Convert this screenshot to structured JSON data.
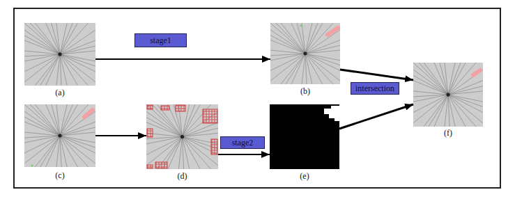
{
  "diagram": {
    "nodes": [
      {
        "text": [
          "(a)"
        ]
      },
      {
        "text": [
          "stage1"
        ]
      },
      {
        "text": [
          "(b)"
        ]
      },
      {
        "text": [
          "intersection"
        ]
      },
      {
        "text": [
          "(f)"
        ]
      },
      {
        "text": [
          "(c)"
        ]
      },
      {
        "text": [
          "(d)"
        ]
      },
      {
        "text": [
          "stage2"
        ]
      },
      {
        "text": [
          "(e)"
        ]
      }
    ],
    "edges": [
      {
        "from": 0,
        "to": 2,
        "arrow": "to"
      },
      {
        "from": 2,
        "to": 4,
        "arrow": "to"
      },
      {
        "from": 8,
        "to": 4,
        "arrow": "to"
      },
      {
        "from": 5,
        "to": 6,
        "arrow": "to"
      },
      {
        "from": 6,
        "to": 8,
        "arrow": "to"
      }
    ]
  }
}
